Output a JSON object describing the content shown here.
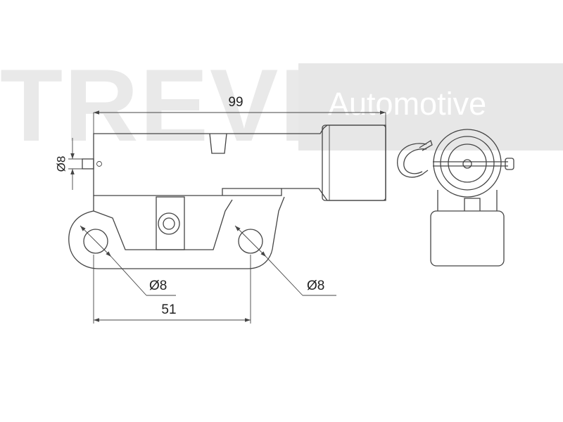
{
  "watermark": {
    "brand": "TREVI",
    "tagline": "Automotive"
  },
  "dimensions": {
    "overall_length": "99",
    "pin_diameter": "Ø8",
    "left_hole_diameter": "Ø8",
    "right_hole_diameter": "Ø8",
    "hole_spacing": "51"
  },
  "colors": {
    "line": "#444444",
    "watermark": "#e7e7e7"
  }
}
